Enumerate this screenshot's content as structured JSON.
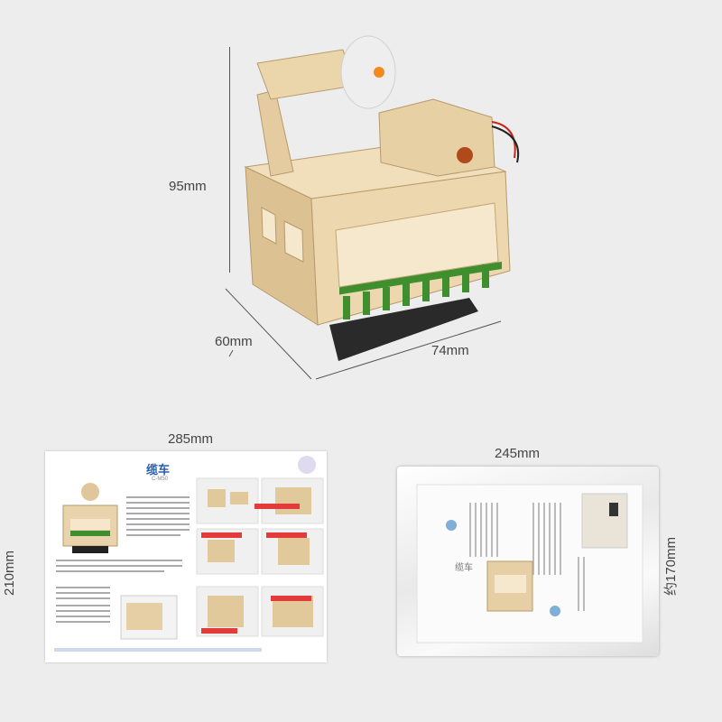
{
  "dimensions": {
    "height_model": "95mm",
    "depth_model": "60mm",
    "width_model": "74mm",
    "width_sheet": "285mm",
    "height_sheet": "210mm",
    "width_bag": "245mm",
    "height_bag": "约170mm"
  },
  "instruction_sheet": {
    "title": "缆车",
    "subtitle": "C-M50"
  },
  "package": {
    "label": "缆车"
  },
  "colors": {
    "wood": "#e9d2a8",
    "wood_dark": "#c9a878",
    "green": "#3f8f2f",
    "motor_black": "#2a2a2a",
    "background": "#ededed"
  }
}
